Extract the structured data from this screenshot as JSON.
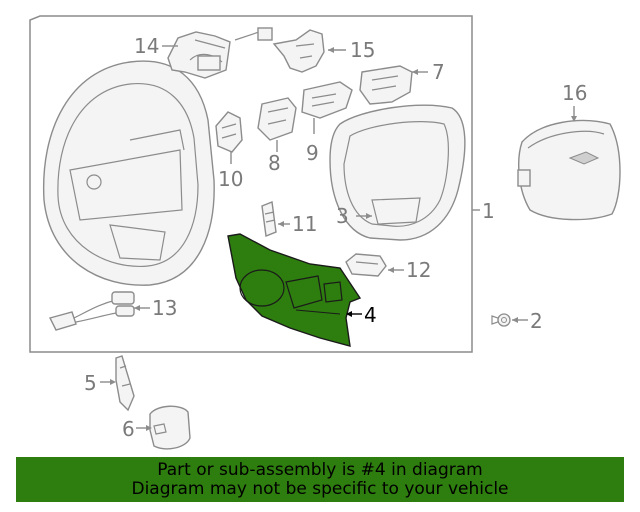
{
  "callouts": {
    "c1": "1",
    "c2": "2",
    "c3": "3",
    "c4": "4",
    "c5": "5",
    "c6": "6",
    "c7": "7",
    "c8": "8",
    "c9": "9",
    "c10": "10",
    "c11": "11",
    "c12": "12",
    "c13": "13",
    "c14": "14",
    "c15": "15",
    "c16": "16"
  },
  "highlighted_part": "4",
  "colors": {
    "highlight": "#2e7d0f",
    "banner": "#2e7d0f",
    "line": "#8c8c8c"
  },
  "banner": {
    "line1": "Part or sub-assembly is #4 in diagram",
    "line2": "Diagram may not be specific to your vehicle"
  }
}
